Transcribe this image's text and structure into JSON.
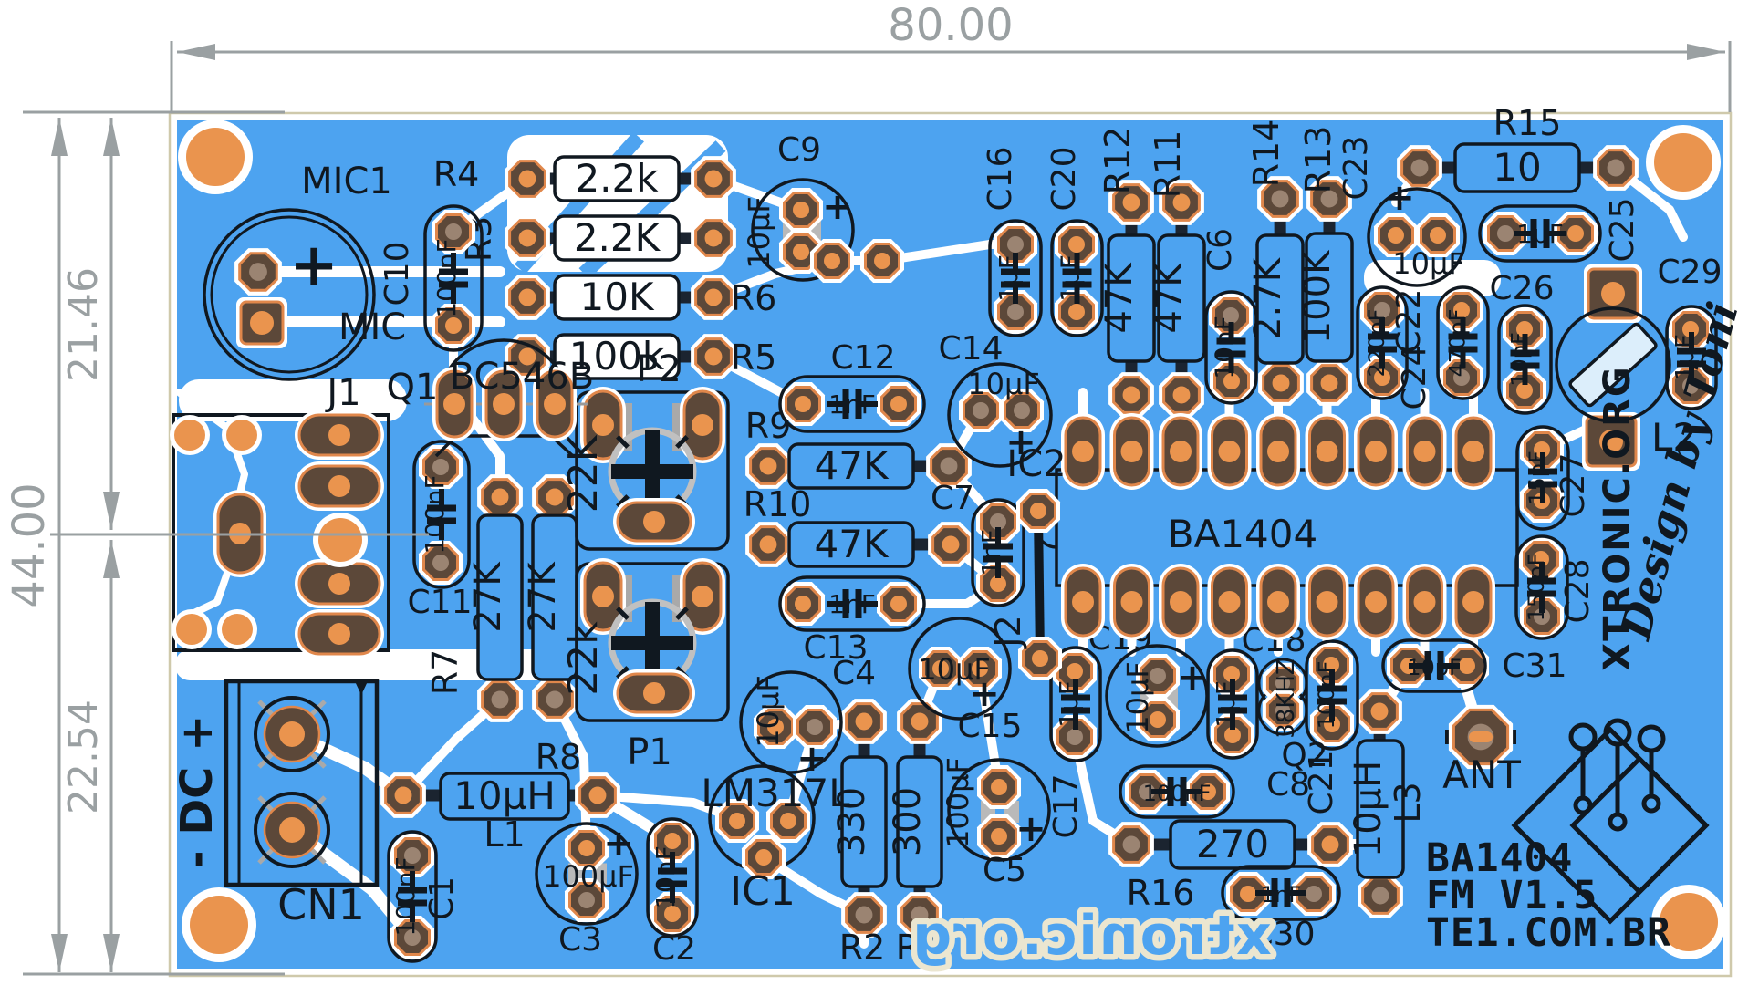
{
  "page": {
    "background": "#ffffff"
  },
  "board": {
    "mask_color": "#4da3f0",
    "silk_color": "#101820",
    "copper_orange": "#e8924c",
    "pad_brown": "#5c4839",
    "edge_color": "#cfc9ab"
  },
  "dimensions": {
    "width": "80.00",
    "height": "44.00",
    "upper": "21.46",
    "lower": "22.54"
  },
  "branding": {
    "site": "XTRONIC.ORG",
    "designer": "Design by Toni",
    "line1": "BA1404",
    "line2": "FM V1.5",
    "line3": "TE1.COM.BR",
    "watermark": "xtronic.org"
  },
  "components": {
    "MIC1": {
      "ref": "MIC1",
      "plus": "+",
      "pin": "MIC"
    },
    "R4": {
      "ref": "R4",
      "value": "2.2k"
    },
    "R3": {
      "ref": "R3",
      "value": "2.2K"
    },
    "R6": {
      "ref": "R6",
      "value": "10K"
    },
    "R5": {
      "ref": "R5",
      "value": "100k"
    },
    "C10": {
      "ref": "C10",
      "value": "100nF"
    },
    "C9": {
      "ref": "C9",
      "value": "10µF"
    },
    "Q1": {
      "ref": "Q1",
      "part": "BC546B"
    },
    "P2": {
      "ref": "P2",
      "value": "22K"
    },
    "P1": {
      "ref": "P1",
      "value": "22k"
    },
    "C11": {
      "ref": "C11",
      "value": "100nF"
    },
    "R7": {
      "ref": "R7",
      "value": "27K"
    },
    "R8": {
      "ref": "R8",
      "value": "27K"
    },
    "J1": {
      "ref": "J1"
    },
    "CN1": {
      "ref": "CN1",
      "marking": "- DC +"
    },
    "L1": {
      "ref": "L1",
      "value": "10µH"
    },
    "C1": {
      "ref": "C1",
      "value": "100nF"
    },
    "C3": {
      "ref": "C3",
      "value": "100µF"
    },
    "C2": {
      "ref": "C2",
      "value": "10nF"
    },
    "IC1": {
      "ref": "IC1",
      "part": "LM317L"
    },
    "C4": {
      "ref": "C4",
      "value": "10µF"
    },
    "R2": {
      "ref": "R2",
      "value": "330"
    },
    "R1": {
      "ref": "R1",
      "value": "300"
    },
    "C15": {
      "ref": "C15",
      "value": "10µF"
    },
    "C5": {
      "ref": "C5",
      "value": "100µF"
    },
    "C12": {
      "ref": "C12",
      "value": "1nF"
    },
    "R9": {
      "ref": "R9",
      "value": "47K"
    },
    "R10": {
      "ref": "R10",
      "value": "47K"
    },
    "C13": {
      "ref": "C13",
      "value": "1nF"
    },
    "C14": {
      "ref": "C14",
      "value": "10µF"
    },
    "C7": {
      "ref": "C7",
      "value": "1nF"
    },
    "J2": {
      "ref": "J2"
    },
    "IC2": {
      "ref": "IC2",
      "part": "BA1404"
    },
    "C16": {
      "ref": "C16",
      "value": "1µF"
    },
    "C20": {
      "ref": "C20",
      "value": "1µF"
    },
    "R12": {
      "ref": "R12",
      "value": "47K"
    },
    "R11": {
      "ref": "R11",
      "value": "47K"
    },
    "C6": {
      "ref": "C6",
      "value": "10nF"
    },
    "R14": {
      "ref": "R14",
      "value": "2.7K"
    },
    "R13": {
      "ref": "R13",
      "value": "100K"
    },
    "C23": {
      "ref": "C23",
      "value": "10µF"
    },
    "R15": {
      "ref": "R15",
      "value": "10"
    },
    "C25": {
      "ref": "C25",
      "value": "1µF"
    },
    "C22": {
      "ref": "C22",
      "value": "220pF"
    },
    "C24": {
      "ref": "C24",
      "value": "470pF"
    },
    "C26": {
      "ref": "C26",
      "value": "10pF"
    },
    "L2": {
      "ref": "L2"
    },
    "C29": {
      "ref": "C29",
      "value": "1µF"
    },
    "C27": {
      "ref": "C27",
      "value": "15pF"
    },
    "C28": {
      "ref": "C28",
      "value": "150pF"
    },
    "C31": {
      "ref": "C31",
      "value": "10pF"
    },
    "ANT": {
      "ref": "ANT"
    },
    "C17": {
      "ref": "C17",
      "value": "1µF"
    },
    "C19": {
      "ref": "C19",
      "value": "10µF"
    },
    "C18": {
      "ref": "C18",
      "value": "1µF"
    },
    "Q2": {
      "ref": "Q2",
      "value": "38KHZ"
    },
    "C21": {
      "ref": "C21",
      "value": "100nF"
    },
    "C8": {
      "ref": "C8",
      "value": "100nF"
    },
    "L3": {
      "ref": "L3",
      "value": "10µH"
    },
    "R16": {
      "ref": "R16",
      "value": "270"
    },
    "C30": {
      "ref": "C30",
      "value": "1nF"
    }
  }
}
